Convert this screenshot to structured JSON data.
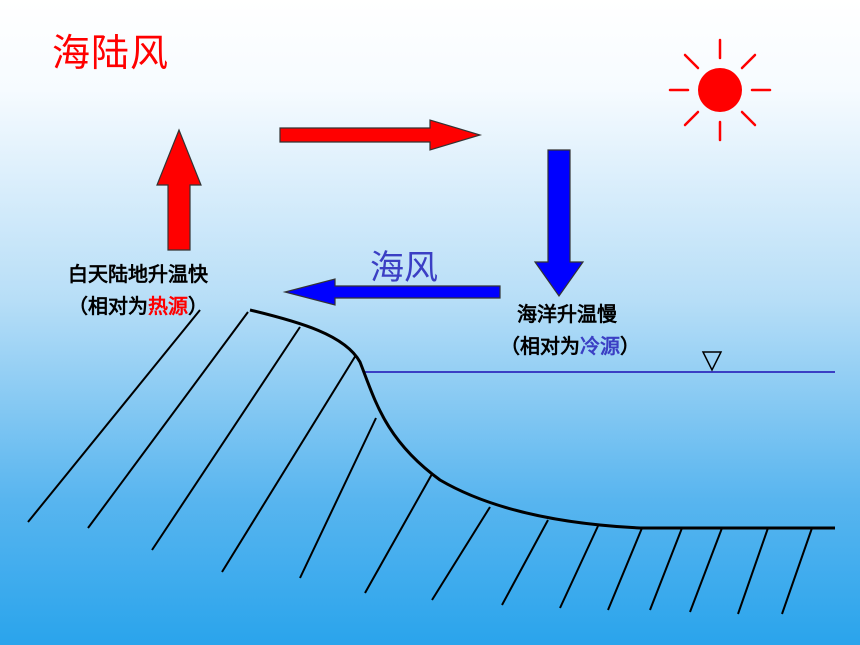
{
  "title": "海陆风",
  "sea_wind_label": "海风",
  "land_label": {
    "line1": "白天陆地升温快",
    "line2_prefix": "（相对为",
    "line2_highlight": "热源",
    "line2_suffix": "）"
  },
  "sea_label": {
    "line1": "海洋升温慢",
    "line2_prefix": "（相对为",
    "line2_highlight": "冷源",
    "line2_suffix": "）"
  },
  "colors": {
    "title": "#ff0000",
    "warm_arrow": "#ff0000",
    "cool_arrow": "#0000ff",
    "sea_wind_text": "#3b3fc4",
    "hot_text": "#ff0000",
    "cold_text": "#3b3fc4",
    "sun": "#ff0000",
    "water_line": "#3b3fc4"
  },
  "icons": [
    "sun-icon",
    "water-level-marker-icon"
  ]
}
